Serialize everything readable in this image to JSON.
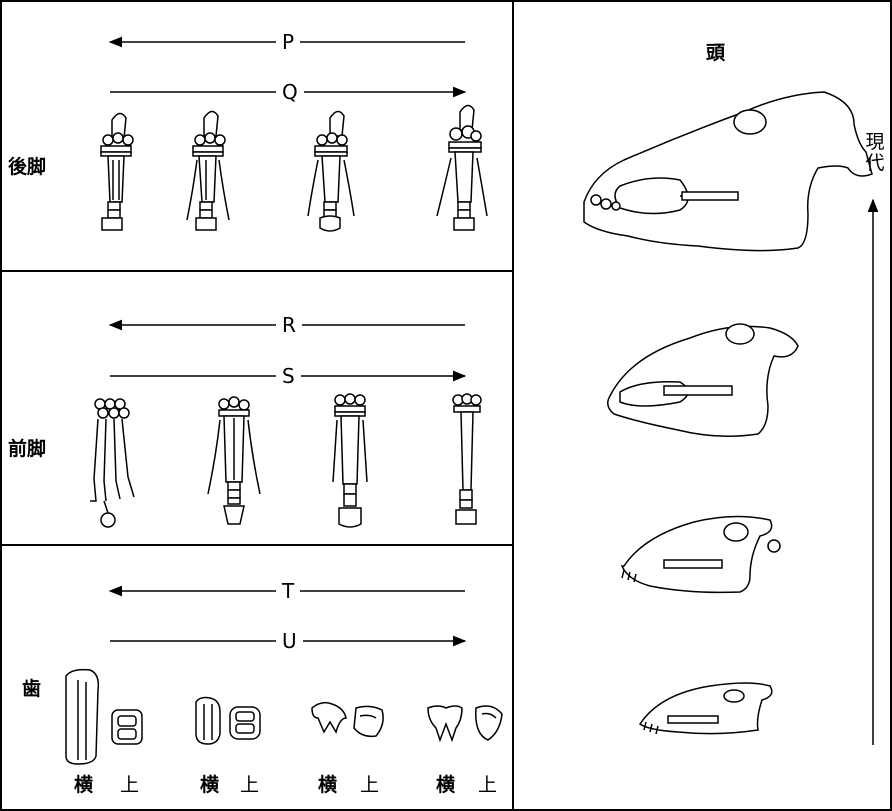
{
  "panels": {
    "hind": {
      "row_label": "後脚",
      "arrow_left": "P",
      "arrow_right": "Q"
    },
    "fore": {
      "row_label": "前脚",
      "arrow_left": "R",
      "arrow_right": "S"
    },
    "teeth": {
      "row_label": "歯",
      "arrow_left": "T",
      "arrow_right": "U",
      "tooth_labels": [
        "横",
        "上",
        "横",
        "上",
        "横",
        "上",
        "横",
        "上"
      ]
    }
  },
  "head": {
    "title": "頭",
    "time_label": "現代"
  },
  "colors": {
    "line": "#000000",
    "background": "#ffffff"
  }
}
